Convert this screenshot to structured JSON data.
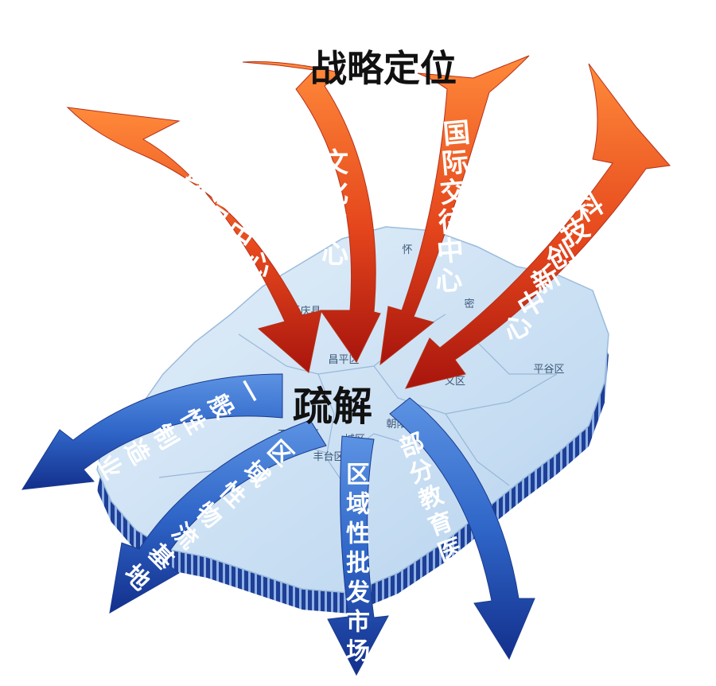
{
  "title": "战略定位",
  "center_label": "疏解",
  "colors": {
    "inward_dark": "#b01a10",
    "inward_light": "#ff7a32",
    "outward_dark": "#0f2f8f",
    "outward_light": "#5c93e3",
    "map_fill": "#cfe3f4",
    "map_wall": "#1e3f96"
  },
  "inward_arrows": [
    {
      "label": "政治中心"
    },
    {
      "label": "文化中心"
    },
    {
      "label": "国际交往中心"
    },
    {
      "label": "科技创新中心"
    }
  ],
  "outward_arrows": [
    {
      "label": "一般性制造业"
    },
    {
      "label": "区域性物流基地"
    },
    {
      "label": "区域性批发市场"
    },
    {
      "label": "部分教育医疗"
    }
  ],
  "map_districts": [
    {
      "name": "延庆县"
    },
    {
      "name": "怀"
    },
    {
      "name": "昌平区"
    },
    {
      "name": "密"
    },
    {
      "name": "平谷区"
    },
    {
      "name": "义区"
    },
    {
      "name": "朝阳区"
    },
    {
      "name": "石景山区"
    },
    {
      "name": "城区"
    },
    {
      "name": "丰台区"
    },
    {
      "name": "淀区"
    }
  ]
}
